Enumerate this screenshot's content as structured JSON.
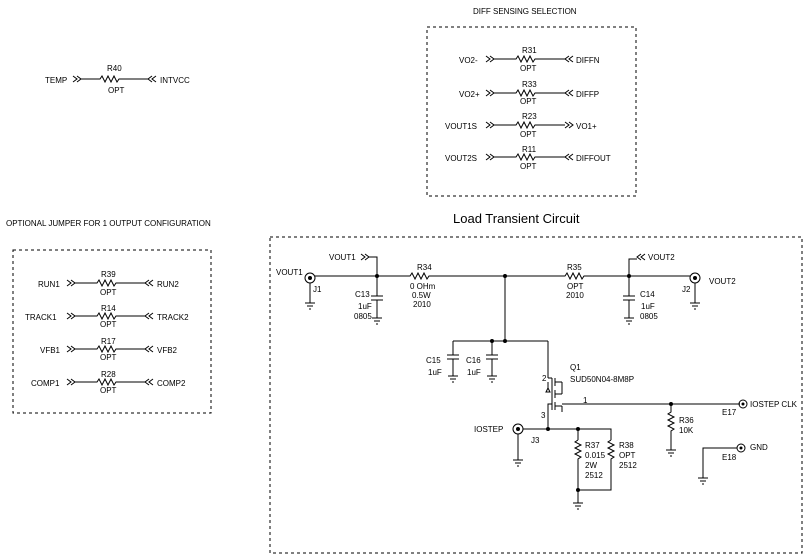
{
  "headers": {
    "diff_sensing": "DIFF SENSING SELECTION",
    "optional_jumper": "OPTIONAL JUMPER FOR 1 OUTPUT CONFIGURATION",
    "load_transient": "Load Transient Circuit"
  },
  "r40": {
    "ref": "R40",
    "value": "OPT",
    "left": "TEMP",
    "right": "INTVCC"
  },
  "diff": [
    {
      "ref": "R31",
      "value": "OPT",
      "left": "VO2-",
      "right": "DIFFN"
    },
    {
      "ref": "R33",
      "value": "OPT",
      "left": "VO2+",
      "right": "DIFFP"
    },
    {
      "ref": "R23",
      "value": "OPT",
      "left": "VOUT1S",
      "right": "VO1+"
    },
    {
      "ref": "R11",
      "value": "OPT",
      "left": "VOUT2S",
      "right": "DIFFOUT"
    }
  ],
  "jumper": [
    {
      "ref": "R39",
      "value": "OPT",
      "left": "RUN1",
      "right": "RUN2"
    },
    {
      "ref": "R14",
      "value": "OPT",
      "left": "TRACK1",
      "right": "TRACK2"
    },
    {
      "ref": "R17",
      "value": "OPT",
      "left": "VFB1",
      "right": "VFB2"
    },
    {
      "ref": "R28",
      "value": "OPT",
      "left": "COMP1",
      "right": "COMP2"
    }
  ],
  "load": {
    "vout1_net": "VOUT1",
    "vout1_conn": "VOUT1",
    "j1": "J1",
    "c13": {
      "ref": "C13",
      "value": "1uF",
      "pkg": "0805"
    },
    "r34": {
      "ref": "R34",
      "value": "0 OHm",
      "power": "0.5W",
      "pkg": "2010"
    },
    "r35": {
      "ref": "R35",
      "value": "OPT",
      "pkg": "2010"
    },
    "vout2_net": "VOUT2",
    "vout2_conn": "VOUT2",
    "j2": "J2",
    "c14": {
      "ref": "C14",
      "value": "1uF",
      "pkg": "0805"
    },
    "c15": {
      "ref": "C15",
      "value": "1uF"
    },
    "c16": {
      "ref": "C16",
      "value": "1uF"
    },
    "q1": {
      "ref": "Q1",
      "part": "SUD50N04-8M8P",
      "pin1": "1",
      "pin2": "2",
      "pin3": "3"
    },
    "iostep_clk": "IOSTEP CLK",
    "e17": "E17",
    "r36": {
      "ref": "R36",
      "value": "10K"
    },
    "gnd": "GND",
    "e18": "E18",
    "iostep": "IOSTEP",
    "j3": "J3",
    "r37": {
      "ref": "R37",
      "value": "0.015",
      "power": "2W",
      "pkg": "2512"
    },
    "r38": {
      "ref": "R38",
      "value": "OPT",
      "pkg": "2512"
    }
  }
}
